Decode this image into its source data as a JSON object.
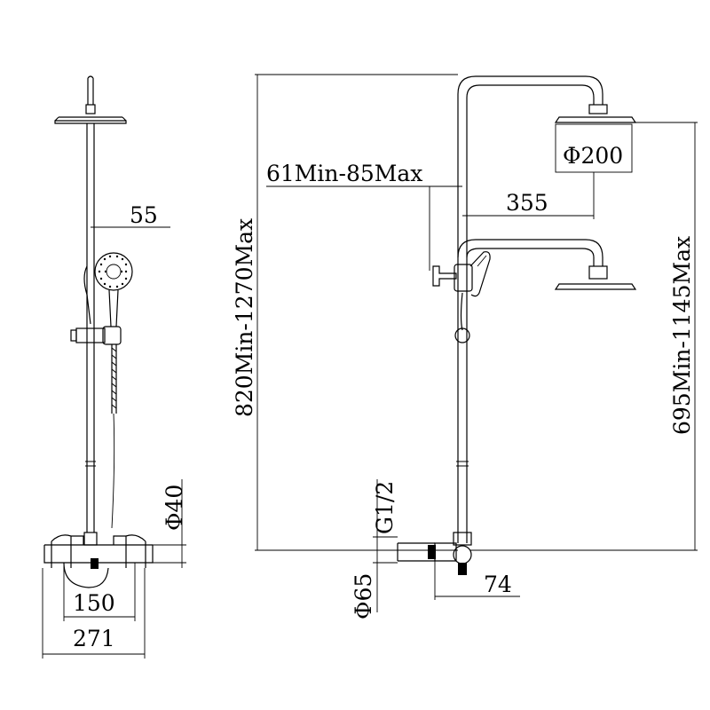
{
  "dimensions": {
    "arm_offset": "55",
    "head_diameter": "Φ200",
    "slide_range": "61Min-85Max",
    "arm_length": "355",
    "total_height": "820Min-1270Max",
    "head_height": "695Min-1145Max",
    "mixer_diameter": "Φ40",
    "inlet_spacing": "150",
    "overall_width": "271",
    "thread": "G1/2",
    "escutcheon_diameter": "Φ65",
    "depth": "74"
  }
}
